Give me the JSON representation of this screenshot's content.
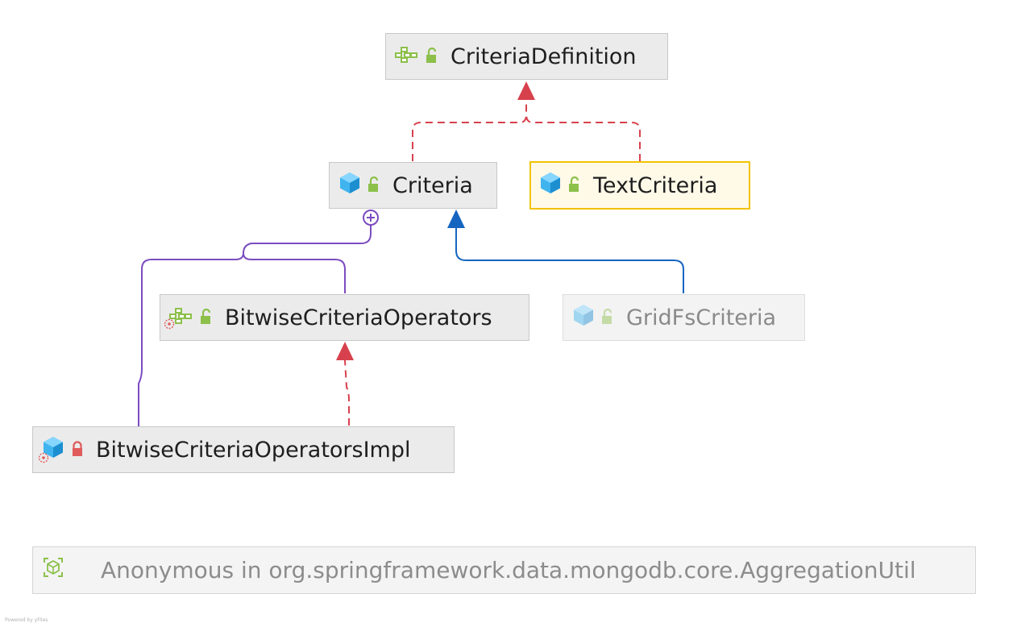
{
  "nodes": {
    "criteria_definition": {
      "label": "CriteriaDefinition",
      "kind": "interface",
      "access": "public",
      "icon": "interface-icon"
    },
    "criteria": {
      "label": "Criteria",
      "kind": "class",
      "access": "public",
      "icon": "class-icon"
    },
    "text_criteria": {
      "label": "TextCriteria",
      "kind": "class",
      "access": "public",
      "selected": true,
      "icon": "class-icon"
    },
    "bitwise_criteria_operators": {
      "label": "BitwiseCriteriaOperators",
      "kind": "interface",
      "access": "public",
      "icon": "interface-icon"
    },
    "grid_fs_criteria": {
      "label": "GridFsCriteria",
      "kind": "class",
      "access": "public",
      "faded": true,
      "icon": "class-icon"
    },
    "bitwise_criteria_operators_impl": {
      "label": "BitwiseCriteriaOperatorsImpl",
      "kind": "class",
      "access": "private",
      "icon": "class-icon"
    }
  },
  "edges": [
    {
      "from": "Criteria",
      "to": "CriteriaDefinition",
      "type": "implements"
    },
    {
      "from": "TextCriteria",
      "to": "CriteriaDefinition",
      "type": "implements"
    },
    {
      "from": "GridFsCriteria",
      "to": "Criteria",
      "type": "extends"
    },
    {
      "from": "BitwiseCriteriaOperatorsImpl",
      "to": "BitwiseCriteriaOperators",
      "type": "implements"
    },
    {
      "from": "BitwiseCriteriaOperators",
      "to": "Criteria",
      "type": "inner"
    },
    {
      "from": "BitwiseCriteriaOperatorsImpl",
      "to": "Criteria",
      "type": "inner"
    }
  ],
  "footer": {
    "label": "Anonymous in org.springframework.data.mongodb.core.AggregationUtil",
    "icon": "anonymous-class-icon"
  },
  "powered_by": "Powered by yFiles",
  "colors": {
    "implements": "#d7414d",
    "extends": "#1565c0",
    "inner": "#7b4cc0",
    "class_icon": "#3fb4ef",
    "interface_icon": "#8cc04a",
    "access_public": "#8cc04a",
    "access_private": "#e05b5b"
  }
}
